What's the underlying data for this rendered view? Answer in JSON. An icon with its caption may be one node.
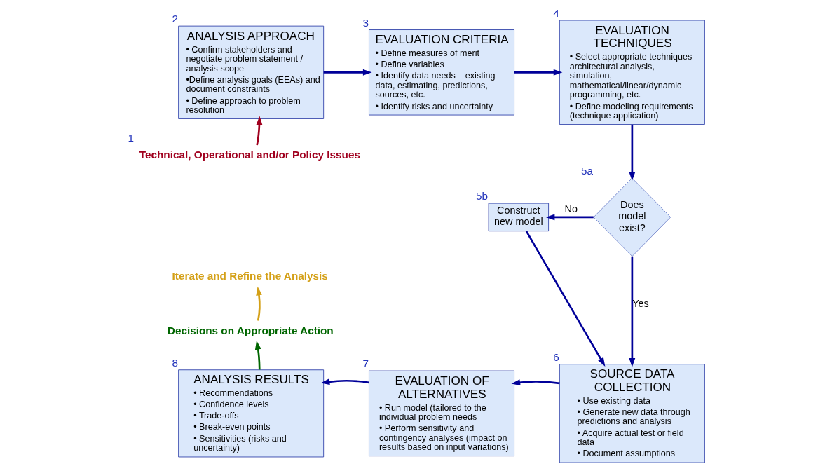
{
  "diagram": {
    "nodes": [
      {
        "text": [
          "ANALYSIS APPROACH",
          "• Confirm stakeholders and negotiate problem statement / analysis scope",
          "•Define analysis goals (EEAs) and document constraints",
          "• Define approach to problem resolution"
        ],
        "beside": [
          "2"
        ]
      },
      {
        "text": [
          "EVALUATION CRITERIA",
          "• Define measures of merit",
          "• Define variables",
          "• Identify data needs – existing data, estimating, predictions, sources, etc.",
          "• Identify risks and uncertainty"
        ],
        "beside": [
          "3"
        ]
      },
      {
        "text": [
          "EVALUATION TECHNIQUES",
          "• Select appropriate techniques – architectural analysis, simulation, mathematical/linear/dynamic programming, etc.",
          "• Define modeling requirements (technique application)"
        ],
        "beside": [
          "4"
        ]
      },
      {
        "text": [
          "Does model exist?"
        ],
        "beside": [
          "5a"
        ]
      },
      {
        "text": [
          "Construct new model"
        ],
        "beside": [
          "5b"
        ]
      },
      {
        "text": [
          "SOURCE DATA COLLECTION",
          "• Use existing data",
          "• Generate new data through predictions and analysis",
          "• Acquire actual test or field data",
          "• Document assumptions"
        ],
        "beside": [
          "6"
        ]
      },
      {
        "text": [
          "EVALUATION OF ALTERNATIVES",
          "• Run model (tailored to the individual problem needs",
          "• Perform sensitivity and contingency analyses (impact on results based on input variations)"
        ],
        "beside": [
          "7"
        ]
      },
      {
        "text": [
          "ANALYSIS RESULTS",
          "• Recommendations",
          "• Confidence levels",
          "• Trade-offs",
          "• Break-even points",
          "• Sensitivities (risks and uncertainty)"
        ],
        "beside": [
          "8"
        ]
      },
      {
        "text": [
          "Technical, Operational and/or Policy Issues"
        ],
        "beside": [
          "1"
        ]
      },
      {
        "text": [
          "Iterate and Refine the Analysis"
        ]
      },
      {
        "text": [
          "Decisions on Appropriate Action"
        ]
      }
    ],
    "edges": [
      {
        "from": 0,
        "to": 1,
        "arrow": "to"
      },
      {
        "from": 1,
        "to": 2,
        "arrow": "to"
      },
      {
        "from": 2,
        "to": 3,
        "arrow": "to"
      },
      {
        "from": 3,
        "to": 4,
        "arrow": "to",
        "label": "No"
      },
      {
        "from": 3,
        "to": 5,
        "arrow": "to",
        "label": "Yes"
      },
      {
        "from": 4,
        "to": 5,
        "arrow": "to"
      },
      {
        "from": 5,
        "to": 6,
        "arrow": "to"
      },
      {
        "from": 6,
        "to": 7,
        "arrow": "to"
      },
      {
        "from": 7,
        "to": 10,
        "arrow": "to",
        "color": "#006600"
      },
      {
        "from": 10,
        "to": 9,
        "arrow": "to",
        "color": "#d4a017"
      },
      {
        "from": 8,
        "to": 0,
        "arrow": "to",
        "color": "#a0001e"
      }
    ]
  }
}
